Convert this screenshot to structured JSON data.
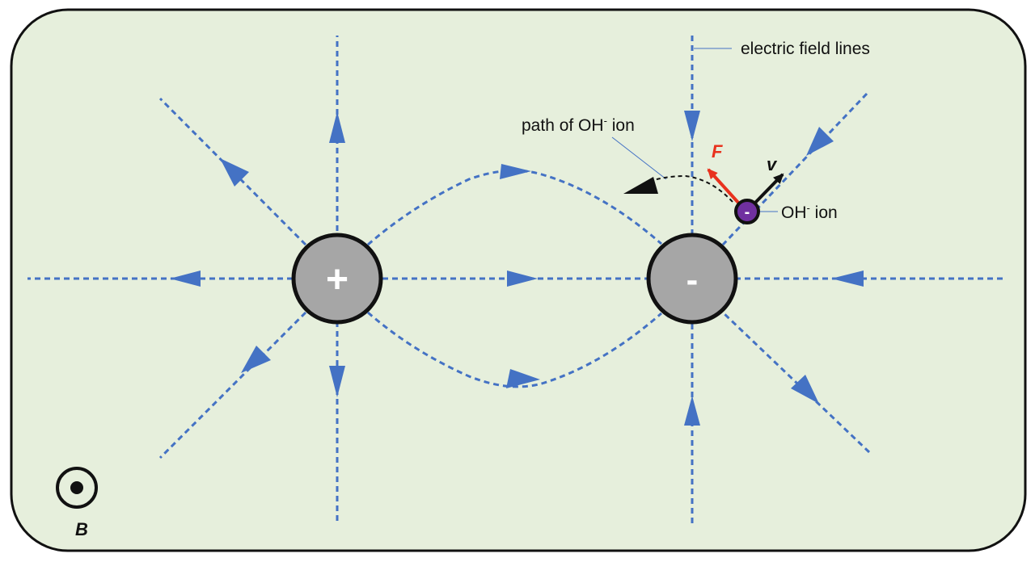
{
  "labels": {
    "field_lines": "electric field lines",
    "path": "path of OH",
    "path_sup": "-",
    "path_tail": " ion",
    "ion": "OH",
    "ion_sup": "-",
    "ion_tail": " ion",
    "force": "F",
    "velocity": "v",
    "b_field": "B"
  },
  "charges": {
    "positive": "+",
    "negative": "-",
    "ion": "-"
  },
  "colors": {
    "background": "#e6efdc",
    "border": "#111111",
    "field_line": "#4472c4",
    "charge_fill": "#a6a6a6",
    "ion_fill": "#7030a0",
    "force": "#e8321e",
    "velocity": "#111111"
  },
  "icons": {
    "b_field": "dot-in-circle-icon (field out of page)"
  }
}
